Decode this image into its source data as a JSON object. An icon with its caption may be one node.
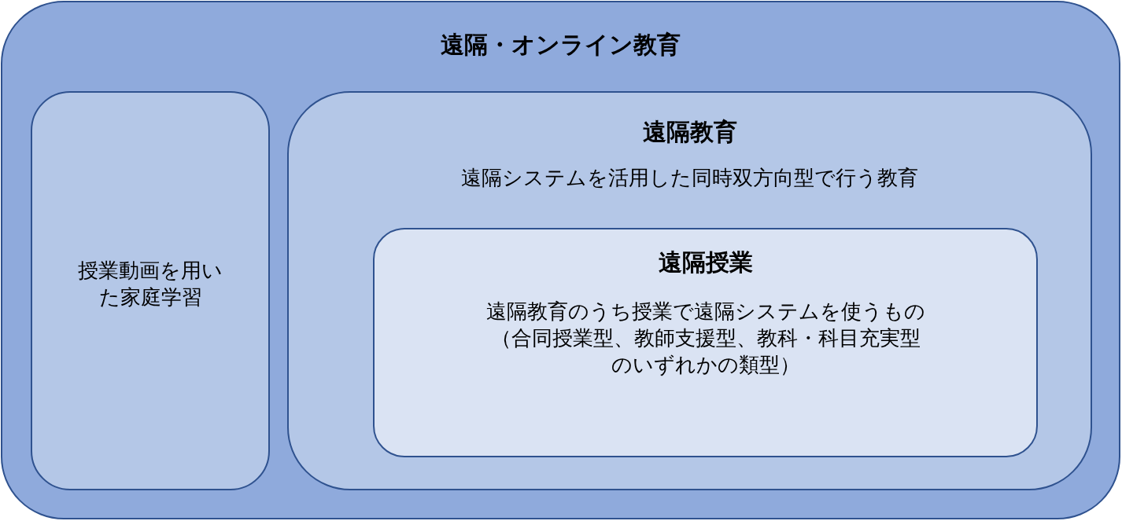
{
  "diagram": {
    "nodes": [
      {
        "text": [
          "遠隔・オンライン教育"
        ]
      },
      {
        "text": [
          "授業動画を用いた家庭学習"
        ],
        "in": 0
      },
      {
        "text": [
          "遠隔教育",
          "遠隔システムを活用した同時双方向型で行う教育"
        ],
        "in": 0
      },
      {
        "text": [
          "遠隔授業",
          "遠隔教育のうち授業で遠隔システムを使うもの（合同授業型、教師支援型、教科・科目充実型のいずれかの類型）"
        ],
        "in": 2
      }
    ]
  }
}
